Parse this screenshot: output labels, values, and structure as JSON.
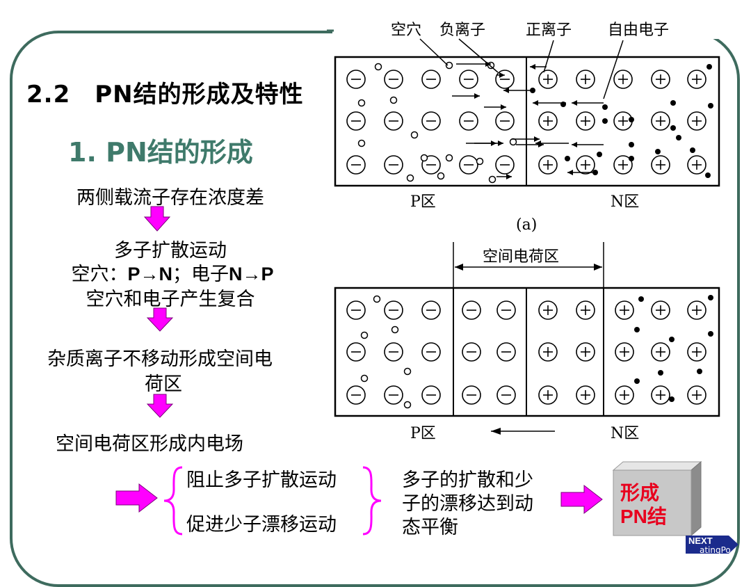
{
  "slide": {
    "title": "2.2　PN结的形成及特性",
    "subtitle": "1. PN结的形成",
    "flow": {
      "step1": "两侧载流子存在浓度差",
      "step2_line1": "多子扩散运动",
      "step2_line2_prefix": "空穴：",
      "step2_line2_a": "P→N",
      "step2_line2_mid": "；电子",
      "step2_line2_b": "N→P",
      "step2_line3": "空穴和电子产生复合",
      "step3_line1": "杂质离子不移动形成空间电",
      "step3_line2": "荷区",
      "step4": "空间电荷区形成内电场"
    },
    "bottom": {
      "effect1": "阻止多子扩散运动",
      "effect2": "促进少子漂移运动",
      "result_line1": "多子的扩散和少",
      "result_line2": "子的漂移达到动",
      "result_line3": "态平衡",
      "box_line1": "形成",
      "box_line2": "PN结"
    },
    "nav": {
      "next_label": "NEXT",
      "brand": "atingPo"
    },
    "colors": {
      "accent": "#3f7a6b",
      "arrow": "#ff00ff",
      "result_text": "#e8001e"
    }
  },
  "diagram_a": {
    "labels": {
      "hole": "空穴",
      "neg_ion": "负离子",
      "pos_ion": "正离子",
      "free_electron": "自由电子"
    },
    "p_region": "P区",
    "n_region": "N区",
    "caption": "(a)"
  },
  "diagram_b": {
    "space_charge_label": "空间电荷区",
    "p_region": "P区",
    "n_region": "N区"
  }
}
